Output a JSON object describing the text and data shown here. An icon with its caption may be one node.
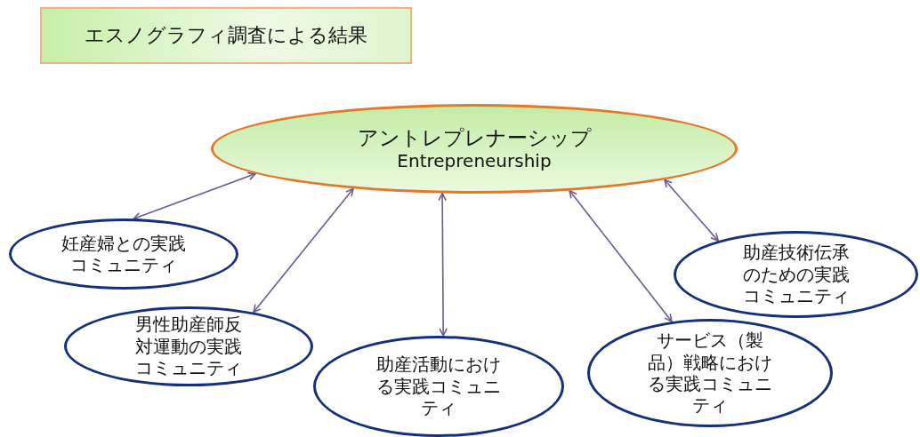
{
  "diagram": {
    "nodes": [
      {
        "text": [
          "エスノグラフィ調査による結果"
        ]
      },
      {
        "text": [
          "アントレプレナーシップ",
          "Entrepreneurship"
        ]
      },
      {
        "text": [
          "妊産婦との実践コミュニティ"
        ]
      },
      {
        "text": [
          "男性助産師反対運動の実践コミュニティ"
        ]
      },
      {
        "text": [
          "助産活動における実践コミュニティ"
        ]
      },
      {
        "text": [
          "サービス（製品）戦略における実践コミュニティ"
        ]
      },
      {
        "text": [
          "助産技術伝承のための実践コミュニティ"
        ]
      }
    ],
    "edges": [
      {
        "from": 1,
        "to": 2,
        "arrow": "both"
      },
      {
        "from": 1,
        "to": 3,
        "arrow": "both"
      },
      {
        "from": 1,
        "to": 4,
        "arrow": "both"
      },
      {
        "from": 1,
        "to": 5,
        "arrow": "both"
      },
      {
        "from": 1,
        "to": 6,
        "arrow": "both"
      }
    ]
  }
}
